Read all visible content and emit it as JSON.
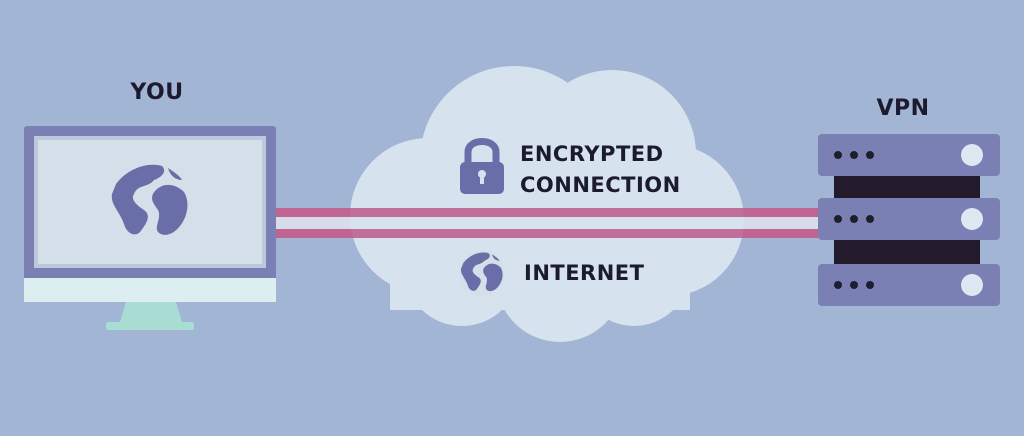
{
  "labels": {
    "you": "YOU",
    "vpn": "VPN",
    "encrypted_line1": "ENCRYPTED",
    "encrypted_line2": "CONNECTION",
    "internet": "INTERNET"
  },
  "icons": {
    "monitor": "desktop-monitor-icon",
    "globe": "globe-icon",
    "lock": "padlock-icon",
    "server": "server-rack-icon",
    "cloud": "cloud-icon"
  },
  "colors": {
    "background": "#a3b5d5",
    "cloud": "#d7e2ef",
    "monitor_frame": "#7a80b3",
    "monitor_screen": "#d4dfe9",
    "monitor_stand": "#a9dcd3",
    "globe_dark": "#6a6ea8",
    "tunnel": "#c06492",
    "tunnel_gap": "#d6dde8",
    "server_unit": "#7a80b3",
    "server_rack": "#231b2b",
    "label": "#1c1a2e"
  }
}
